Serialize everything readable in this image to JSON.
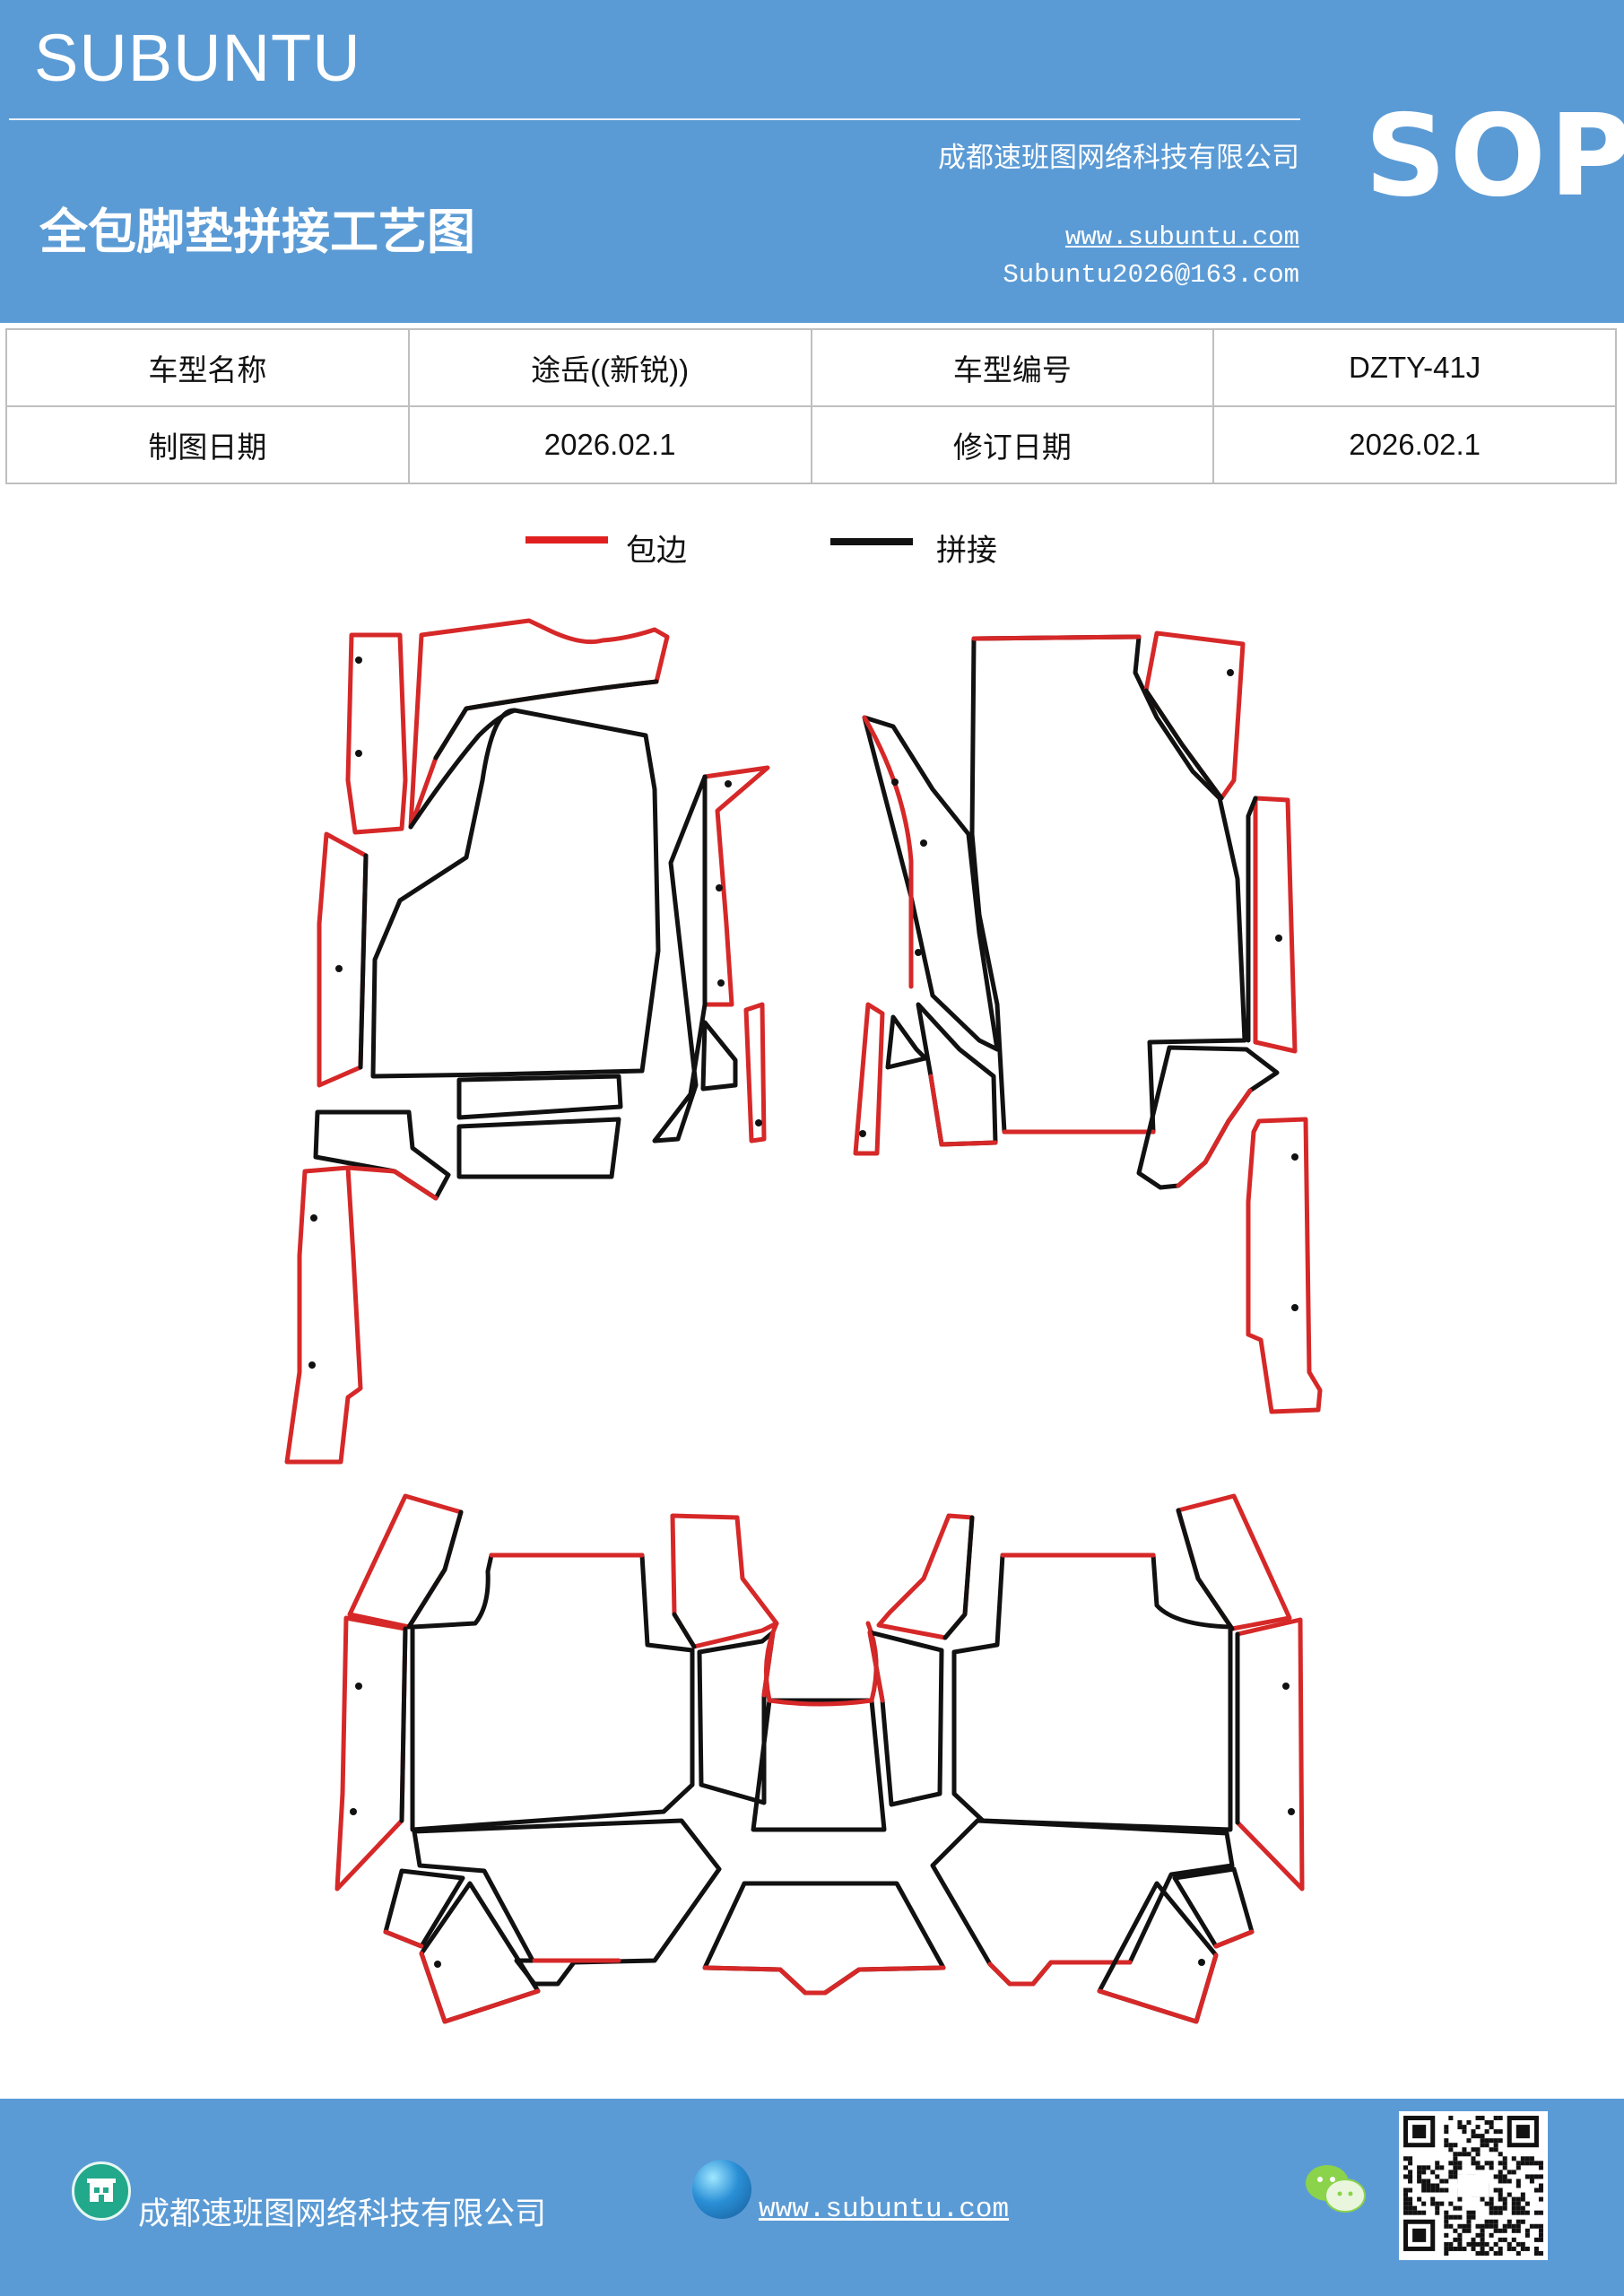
{
  "header": {
    "brand": "SUBUNTU",
    "company": "成都速班图网络科技有限公司",
    "title": "全包脚垫拼接工艺图",
    "website": "www.subuntu.com",
    "email": "Subuntu2026@163.com",
    "sop": "SOP"
  },
  "info_table": {
    "model_name_label": "车型名称",
    "model_name_value": "途岳((新锐))",
    "model_code_label": "车型编号",
    "model_code_value": "DZTY-41J",
    "draw_date_label": "制图日期",
    "draw_date_value": "2026.02.1",
    "revise_date_label": "修订日期",
    "revise_date_value": "2026.02.1"
  },
  "legend": {
    "edge_label": "包边",
    "edge_color": "#e02020",
    "seam_label": "拼接",
    "seam_color": "#111111"
  },
  "footer": {
    "company": "成都速班图网络科技有限公司",
    "website": "www.subuntu.com"
  },
  "icons": [
    "company-icon",
    "globe-icon",
    "wechat-icon",
    "qr-code"
  ]
}
